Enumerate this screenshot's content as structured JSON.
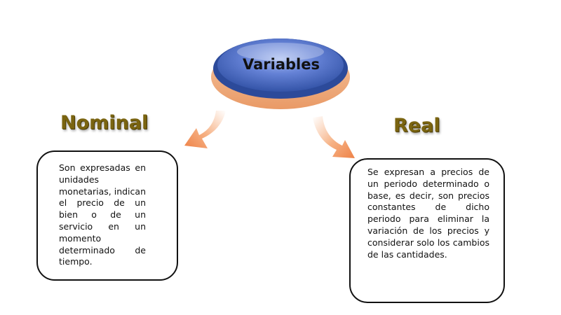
{
  "center": {
    "label": "Variables"
  },
  "left": {
    "title": "Nominal",
    "text": "Son expresadas en unidades monetarias, indican el precio de un bien o de un servicio en un momento determinado de tiempo."
  },
  "right": {
    "title": "Real",
    "text": "Se expresan a precios de un periodo determinado o base, es decir, son precios constantes de dicho periodo para eliminar la variación de los precios y considerar solo los cambios de las cantidades."
  },
  "colors": {
    "oval_fill": "#4f6fc4",
    "oval_rim": "#2c4a9a",
    "oval_base": "#f2b48a",
    "arrow": "#f0925a",
    "title_text": "#7a6410"
  }
}
